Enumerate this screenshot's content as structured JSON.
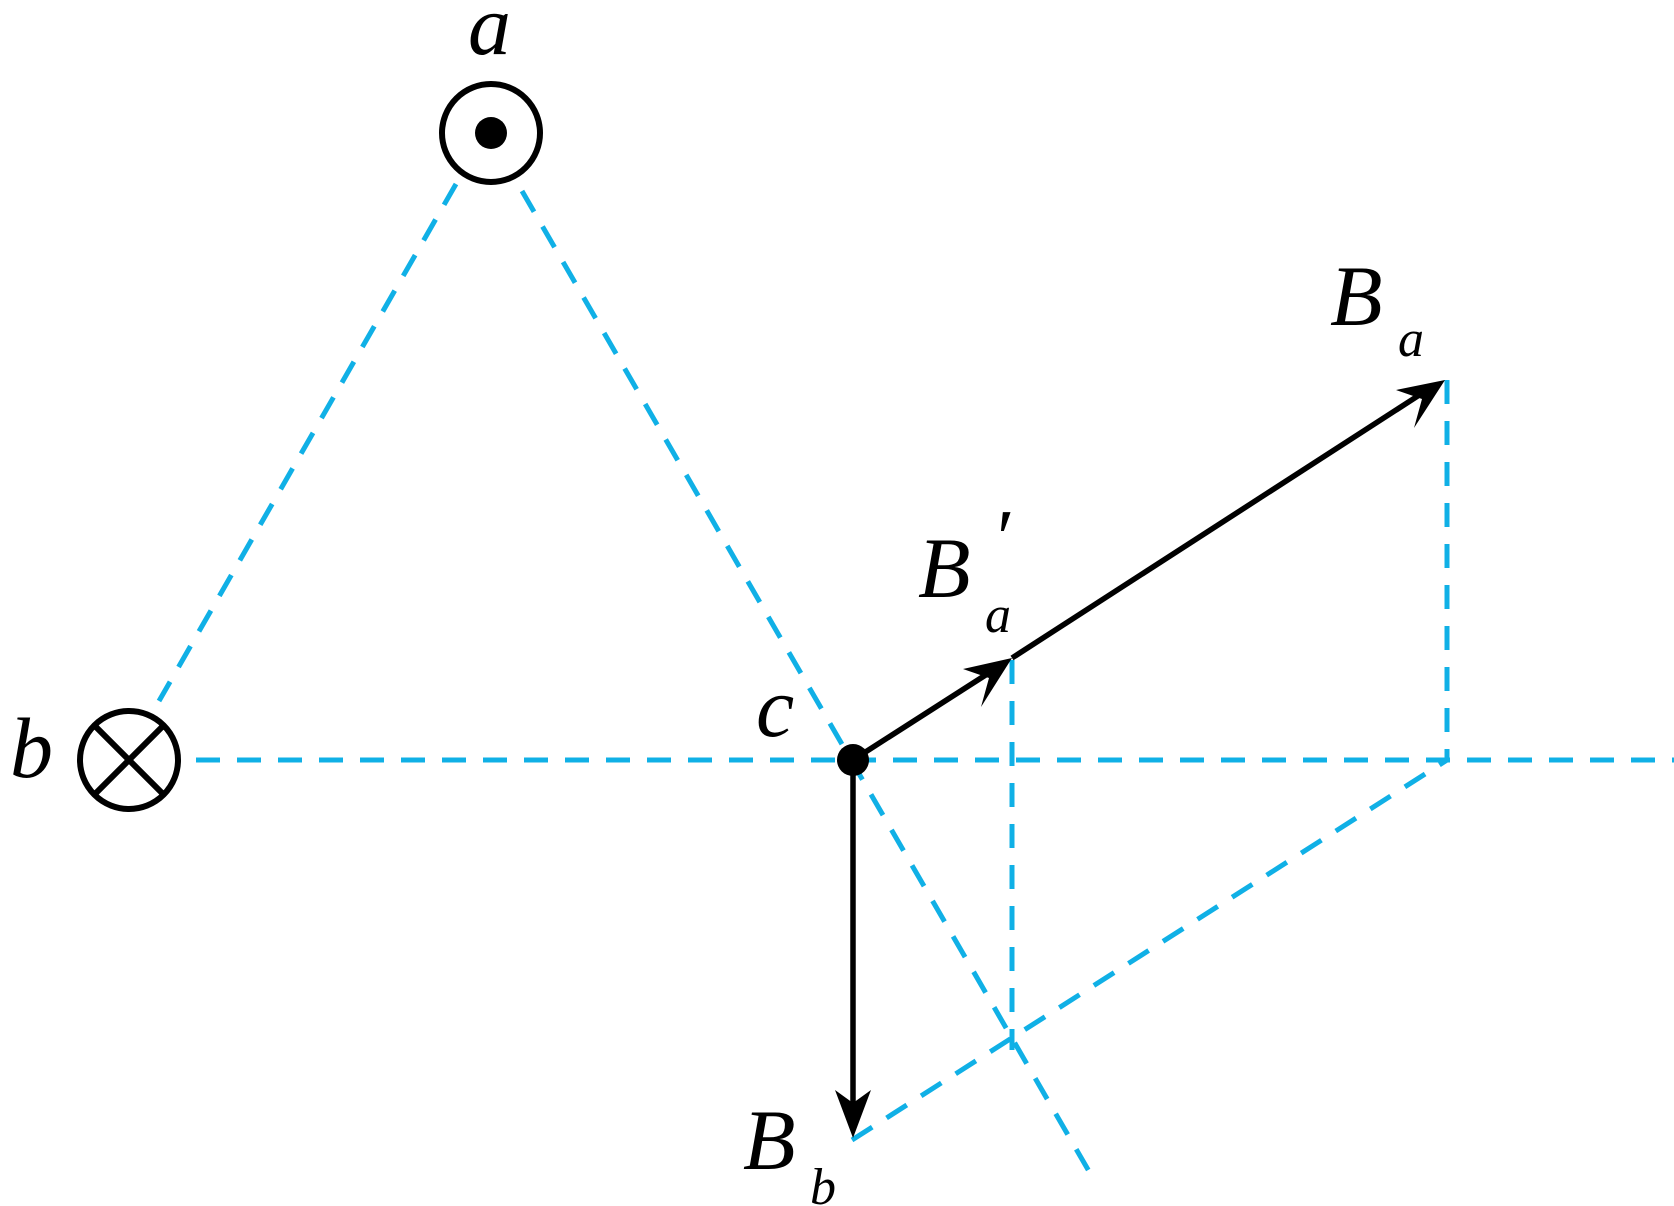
{
  "colors": {
    "construction_line": "#10b0e6",
    "vector": "#000000",
    "background": "#ffffff"
  },
  "labels": {
    "wire_a": "a",
    "wire_b": "b",
    "point_c": "c",
    "field_a": "B",
    "field_a_subscript": "a",
    "field_a_prime": "B",
    "field_a_prime_subscript": "a",
    "field_a_prime_mark": "′",
    "field_b": "B",
    "field_b_subscript": "b"
  },
  "symbols": {
    "wire_a": "current-out-of-page-icon",
    "wire_b": "current-into-page-icon"
  }
}
